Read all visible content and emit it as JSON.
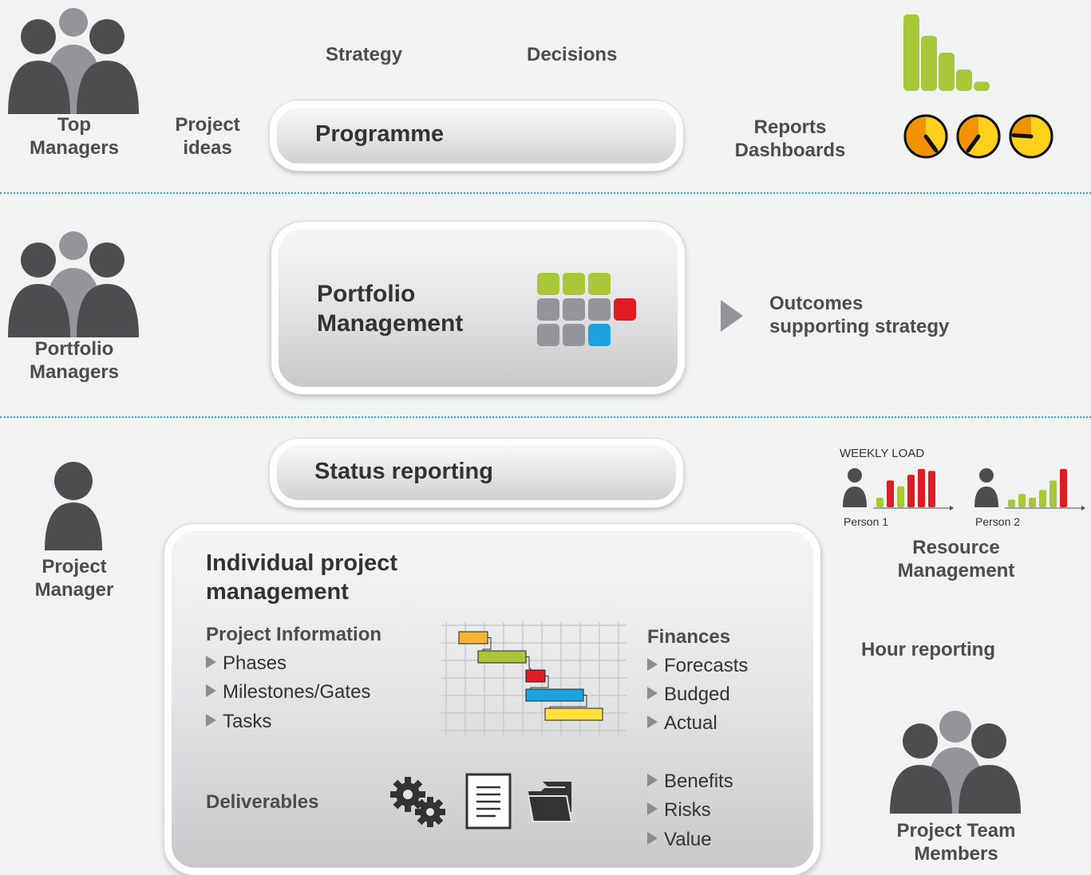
{
  "top_section": {
    "actor_label_line1": "Top",
    "actor_label_line2": "Managers",
    "project_ideas_line1": "Project",
    "project_ideas_line2": "ideas",
    "strategy": "Strategy",
    "decisions": "Decisions",
    "programme": "Programme",
    "reports_line1": "Reports",
    "reports_line2": "Dashboards",
    "report_bars": [
      1.0,
      0.72,
      0.5,
      0.28,
      0.12
    ],
    "gauges": [
      {
        "name": "gauge-1",
        "level": 0.75
      },
      {
        "name": "gauge-2",
        "level": 0.5
      },
      {
        "name": "gauge-3",
        "level": 0.3
      }
    ]
  },
  "middle_section": {
    "actor_label_line1": "Portfolio",
    "actor_label_line2": "Managers",
    "portfolio_line1": "Portfolio",
    "portfolio_line2": "Management",
    "outcomes_line1": "Outcomes",
    "outcomes_line2": "supporting strategy",
    "grid_colors": [
      [
        "#a8c83a",
        "#a8c83a",
        "#a8c83a",
        null
      ],
      [
        "#939598",
        "#939598",
        "#939598",
        "#e01b24"
      ],
      [
        "#939598",
        "#939598",
        "#1ba3e0",
        null
      ]
    ]
  },
  "bottom_section": {
    "actor_label_line1": "Project",
    "actor_label_line2": "Manager",
    "status_reporting": "Status reporting",
    "ipm_title_line1": "Individual project",
    "ipm_title_line2": "management",
    "project_information": {
      "title": "Project Information",
      "items": [
        "Phases",
        "Milestones/Gates",
        "Tasks"
      ]
    },
    "finances": {
      "title": "Finances",
      "items": [
        "Forecasts",
        "Budged",
        "Actual"
      ]
    },
    "other_items": [
      "Benefits",
      "Risks",
      "Value"
    ],
    "deliverables": "Deliverables",
    "gantt_tasks": [
      {
        "color": "#f7b334",
        "start": 0,
        "end": 1.5
      },
      {
        "color": "#a8c83a",
        "start": 1,
        "end": 3.5
      },
      {
        "color": "#e01b24",
        "start": 3.5,
        "end": 4.5
      },
      {
        "color": "#1ba3e0",
        "start": 3.5,
        "end": 6.5
      },
      {
        "color": "#ffe13a",
        "start": 4.5,
        "end": 7.5
      }
    ],
    "weekly_load": {
      "title": "WEEKLY LOAD",
      "persons": [
        {
          "name": "Person 1",
          "bars": [
            0.25,
            0.7,
            0.55,
            0.85,
            1.0,
            0.95
          ],
          "colors": [
            "#a8c83a",
            "#e01b24",
            "#a8c83a",
            "#e01b24",
            "#e01b24",
            "#e01b24"
          ]
        },
        {
          "name": "Person 2",
          "bars": [
            0.2,
            0.35,
            0.25,
            0.45,
            0.7,
            1.0
          ],
          "colors": [
            "#a8c83a",
            "#a8c83a",
            "#a8c83a",
            "#a8c83a",
            "#a8c83a",
            "#e01b24"
          ]
        }
      ]
    },
    "resource_line1": "Resource",
    "resource_line2": "Management",
    "hour_reporting": "Hour reporting",
    "team_line1": "Project Team",
    "team_line2": "Members"
  }
}
